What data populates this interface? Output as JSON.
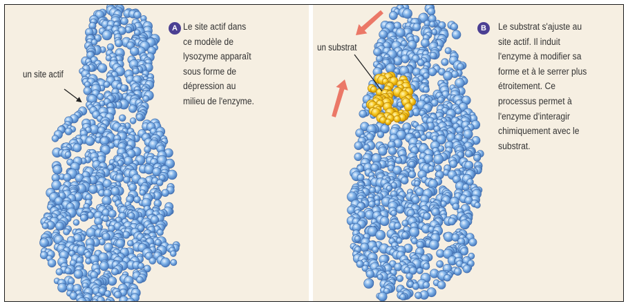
{
  "panel_a": {
    "badge": "A",
    "pointer_label": "un site actif",
    "caption_lines": [
      "Le site actif dans",
      "ce modèle de",
      "lysozyme apparaît",
      "sous forme de",
      "dépression au",
      "milieu de l'enzyme."
    ]
  },
  "panel_b": {
    "badge": "B",
    "pointer_label": "un substrat",
    "caption_lines": [
      "Le substrat s'ajuste au",
      "site actif. Il induit",
      "l'enzyme à modifier sa",
      "forme et à le serrer plus",
      "étroitement. Ce",
      "processus permet à",
      "l'enzyme d'interagir",
      "chimiquement avec le",
      "substrat."
    ]
  },
  "colors": {
    "background": "#f6efe2",
    "enzyme": "#7fb2e8",
    "substrate": "#f5c518",
    "arrow": "#ea6a5a",
    "badge": "#4b3f93"
  }
}
